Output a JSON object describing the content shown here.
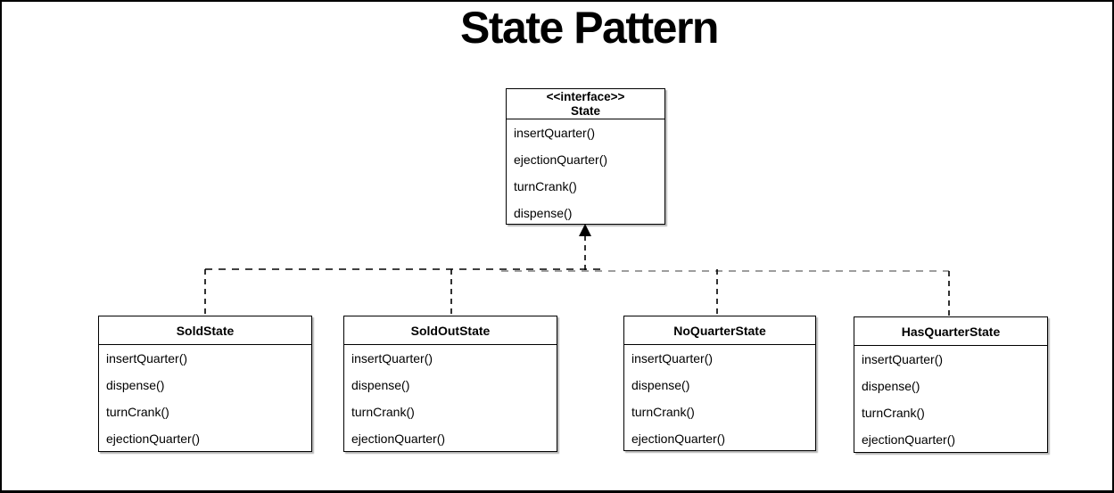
{
  "title": "State Pattern",
  "interface_box": {
    "stereotype": "<<interface>>",
    "name": "State",
    "methods": [
      "insertQuarter()",
      "ejectionQuarter()",
      "turnCrank()",
      "dispense()"
    ]
  },
  "classes": [
    {
      "name": "SoldState",
      "methods": [
        "insertQuarter()",
        "dispense()",
        "turnCrank()",
        "ejectionQuarter()"
      ]
    },
    {
      "name": "SoldOutState",
      "methods": [
        "insertQuarter()",
        "dispense()",
        "turnCrank()",
        "ejectionQuarter()"
      ]
    },
    {
      "name": "NoQuarterState",
      "methods": [
        "insertQuarter()",
        "dispense()",
        "turnCrank()",
        "ejectionQuarter()"
      ]
    },
    {
      "name": "HasQuarterState",
      "methods": [
        "insertQuarter()",
        "dispense()",
        "turnCrank()",
        "ejectionQuarter()"
      ]
    }
  ],
  "connector": {
    "style": "dashed",
    "arrowhead": "filled-triangle",
    "line_color": "#000000",
    "overlap_color": "#7f7f7f"
  },
  "colors": {
    "background": "#ffffff",
    "border": "#000000",
    "text": "#000000"
  }
}
